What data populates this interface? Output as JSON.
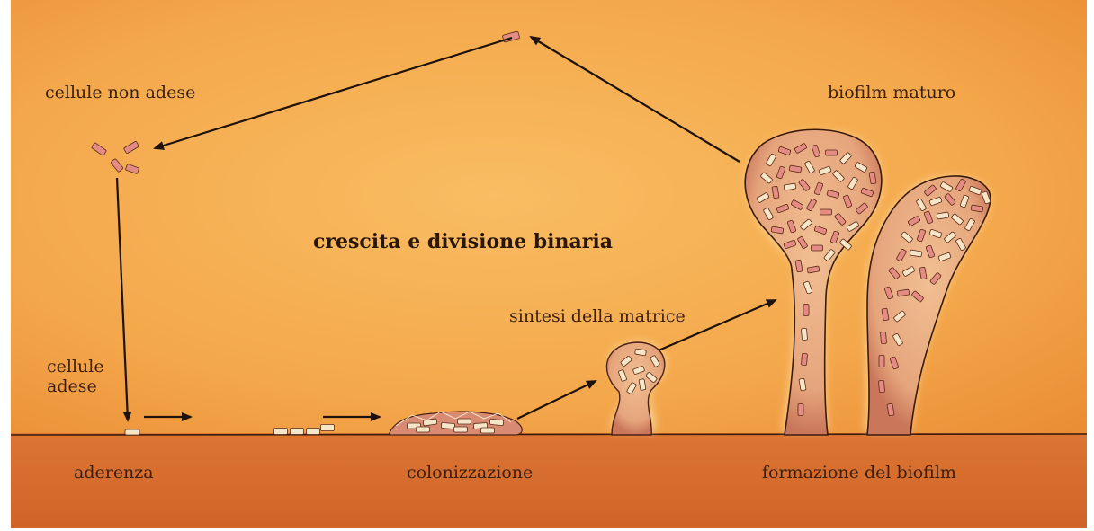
{
  "labels": {
    "non_adherent": "cellule non adese",
    "adherent": "cellule\nadese",
    "growth": "crescita e divisione binaria",
    "matrix": "sintesi della matrice",
    "mature": "biofilm maturo",
    "adhesion": "aderenza",
    "colonization": "colonizzazione",
    "formation": "formazione del biofilm"
  },
  "colors": {
    "background_light": "#f7b558",
    "background_dark": "#ec8f34",
    "surface": "#d46b2c",
    "cell": "#e48c83",
    "arrow": "#1e120a"
  }
}
